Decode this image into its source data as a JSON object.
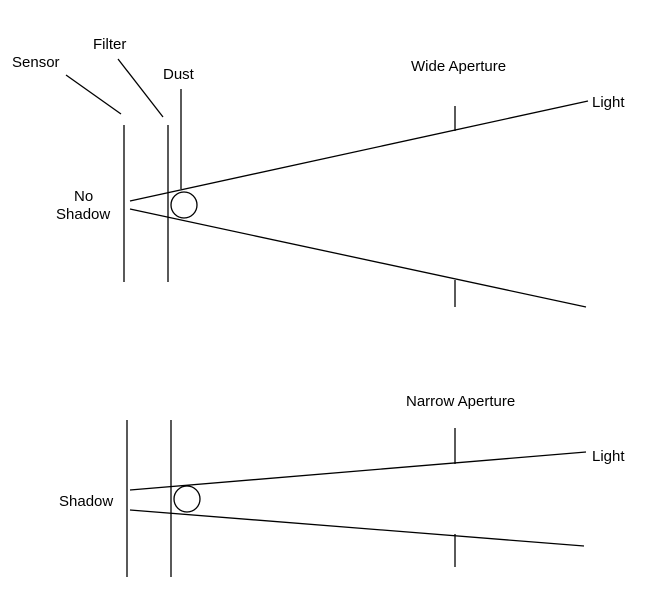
{
  "colors": {
    "background": "#ffffff",
    "ink": "#000000"
  },
  "labels": {
    "sensor": "Sensor",
    "filter": "Filter",
    "dust": "Dust",
    "wide_aperture": "Wide Aperture",
    "narrow_aperture": "Narrow Aperture",
    "light_top": "Light",
    "light_bottom": "Light",
    "no_shadow_line1": "No",
    "no_shadow_line2": "Shadow",
    "shadow": "Shadow"
  }
}
